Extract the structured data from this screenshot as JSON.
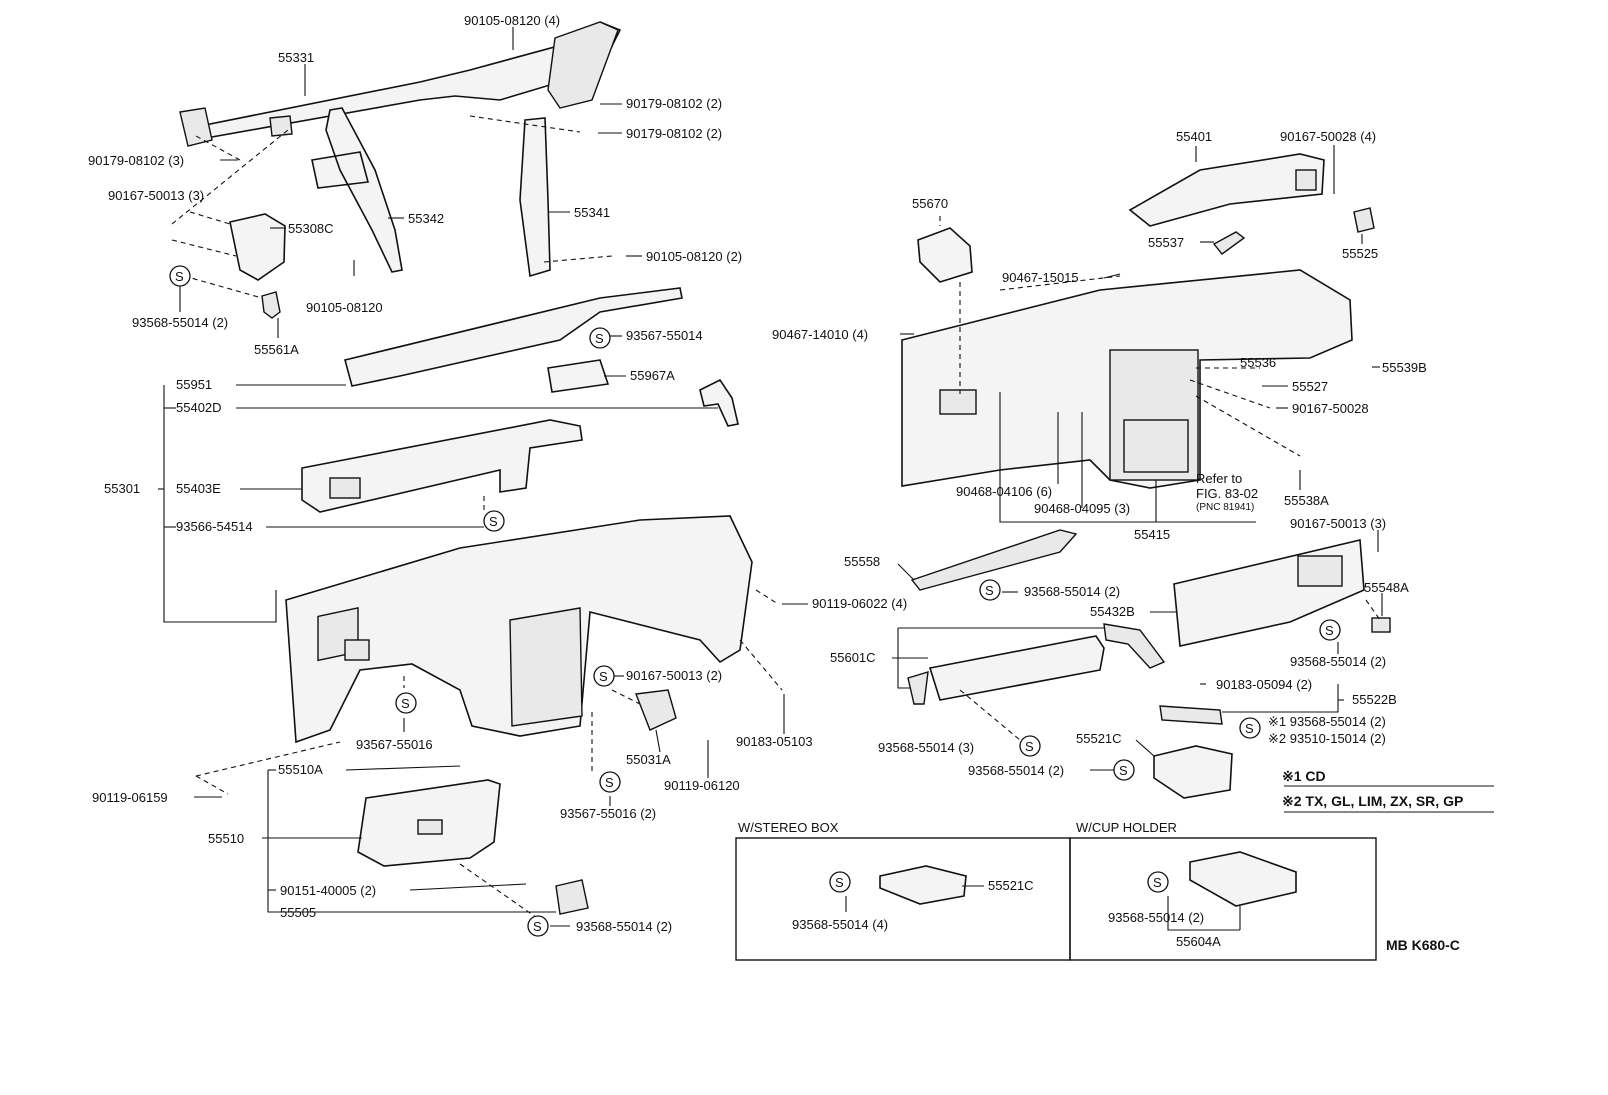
{
  "figure_code": "MB K680-C",
  "parts": {
    "p55331": "55331",
    "p90105_08120_4": "90105-08120 (4)",
    "p90179_08102_2a": "90179-08102 (2)",
    "p90179_08102_2b": "90179-08102 (2)",
    "p90179_08102_3": "90179-08102 (3)",
    "p90167_50013_3a": "90167-50013 (3)",
    "p55308C": "55308C",
    "p55342": "55342",
    "p55341": "55341",
    "p90105_08120_2": "90105-08120 (2)",
    "p90105_08120": "90105-08120",
    "p93568_55014_2a": "93568-55014 (2)",
    "p55561A": "55561A",
    "p93567_55014": "93567-55014",
    "p55967A": "55967A",
    "p55951": "55951",
    "p55402D": "55402D",
    "p55301": "55301",
    "p55403E": "55403E",
    "p93566_54514": "93566-54514",
    "p90119_06022_4": "90119-06022 (4)",
    "p90167_50013_2": "90167-50013 (2)",
    "p90183_05103": "90183-05103",
    "p93567_55016": "93567-55016",
    "p55031A": "55031A",
    "p90119_06120": "90119-06120",
    "p93567_55016_2": "93567-55016 (2)",
    "p55510A": "55510A",
    "p90119_06159": "90119-06159",
    "p55510": "55510",
    "p90151_40005_2": "90151-40005 (2)",
    "p55505": "55505",
    "p93568_55014_2b": "93568-55014 (2)",
    "p55401": "55401",
    "p90167_50028_4": "90167-50028 (4)",
    "p55670": "55670",
    "p55537": "55537",
    "p55525": "55525",
    "p90467_15015": "90467-15015",
    "p90467_14010_4": "90467-14010 (4)",
    "p55536": "55536",
    "p55527": "55527",
    "p55539B": "55539B",
    "p90167_50028": "90167-50028",
    "p90468_04106_6": "90468-04106 (6)",
    "p90468_04095_3": "90468-04095 (3)",
    "refer_line1": "Refer to",
    "refer_line2": "FIG. 83-02",
    "refer_line3": "(PNC 81941)",
    "p55538A": "55538A",
    "p55415": "55415",
    "p90167_50013_3b": "90167-50013 (3)",
    "p55558": "55558",
    "p93568_55014_2c": "93568-55014 (2)",
    "p55548A": "55548A",
    "p55432B": "55432B",
    "p93568_55014_2d": "93568-55014 (2)",
    "p55601C": "55601C",
    "p90183_05094_2": "90183-05094 (2)",
    "p55522B": "55522B",
    "note1_line": "※1 93568-55014 (2)",
    "note2_line": "※2 93510-15014 (2)",
    "p93568_55014_3": "93568-55014 (3)",
    "p55521C": "55521C",
    "p93568_55014_2e": "93568-55014 (2)",
    "legend1": "※1 CD",
    "legend2": "※2 TX, GL, LIM, ZX, SR, GP",
    "stereo_title": "W/STEREO BOX",
    "stereo_part": "55521C",
    "stereo_screw": "93568-55014 (4)",
    "cup_title": "W/CUP HOLDER",
    "cup_screw": "93568-55014 (2)",
    "cup_part": "55604A",
    "s_symbol": "S"
  }
}
